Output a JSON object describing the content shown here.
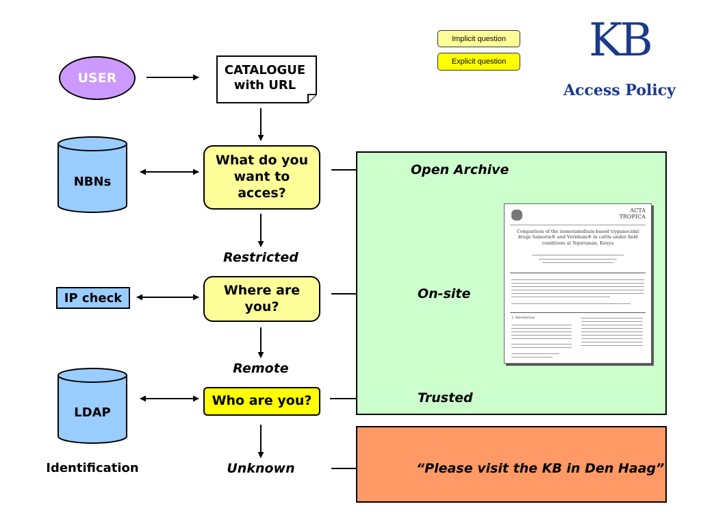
{
  "legend": {
    "implicit": "Implicit question",
    "explicit": "Explicit question"
  },
  "logo": {
    "letters": "KB",
    "subtitle": "Access Policy"
  },
  "nodes": {
    "user": "USER",
    "catalogue": "CATALOGUE\nwith URL",
    "q1": "What do you\nwant to\nacces?",
    "q2": "Where are\nyou?",
    "q3": "Who are you?",
    "nbns": "NBNs",
    "ip_check": "IP check",
    "ldap": "LDAP",
    "identification": "Identification"
  },
  "branches": {
    "restricted": "Restricted",
    "remote": "Remote",
    "unknown": "Unknown"
  },
  "outcomes": {
    "open_archive": "Open Archive",
    "on_site": "On-site",
    "trusted": "Trusted",
    "visit": "“Please visit the KB in Den Haag”"
  },
  "article": {
    "journal": "ACTA\nTROPICA",
    "title": "Comparison of the isometamidium-based trypanocidal drugs Samorin® and Veridium® in cattle under field conditions at Nguruman, Kenya",
    "section": "1. Introduction"
  },
  "colors": {
    "user_fill": "#cc99ff",
    "cylinder_fill": "#99ccff",
    "question_fill": "#ffff99",
    "explicit_fill": "#ffff00",
    "green_panel": "#ccffcc",
    "orange_panel": "#ff9966",
    "logo_blue": "#1a3a8c"
  }
}
